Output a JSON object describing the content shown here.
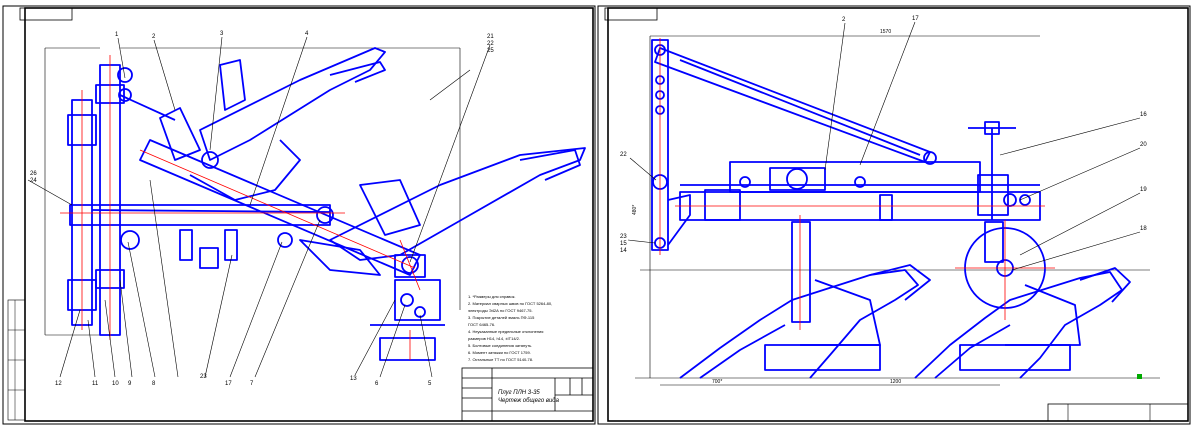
{
  "colors": {
    "frame": "#000000",
    "drawing": "#0000ff",
    "centerline": "#ff0000",
    "mark": "#00aa00",
    "paper": "#ffffff"
  },
  "left_sheet": {
    "callouts": [
      "1",
      "2",
      "3",
      "4",
      "21",
      "22",
      "25",
      "26",
      "24",
      "17",
      "7",
      "12",
      "11",
      "10",
      "9",
      "8",
      "6",
      "5",
      "23",
      "13"
    ],
    "notes": [
      "1. *Размеры для справок.",
      "2. Материал сварных швов по ГОСТ 5264-80,",
      "электроды Э42А по ГОСТ 9467-75.",
      "3. Покрытие деталей эмаль ПФ-115",
      "ГОСТ 6465-76.",
      "4. Неуказанные предельные отклонения",
      "размеров H14, h14, ±IT14/2.",
      "5. Болтовые соединения затянуть.",
      "6. Момент затяжки по ГОСТ 1759.",
      "7. Остальные ТТ по ГОСТ 5140-78."
    ],
    "title": {
      "line1": "Плуг ПЛН 3-35",
      "line2": "Чертеж общего вида"
    }
  },
  "right_sheet": {
    "callouts": [
      "2",
      "17",
      "16",
      "20",
      "19",
      "18",
      "22",
      "23",
      "15",
      "14"
    ],
    "dimensions": [
      "1570",
      "480*",
      "700*",
      "1200"
    ]
  }
}
